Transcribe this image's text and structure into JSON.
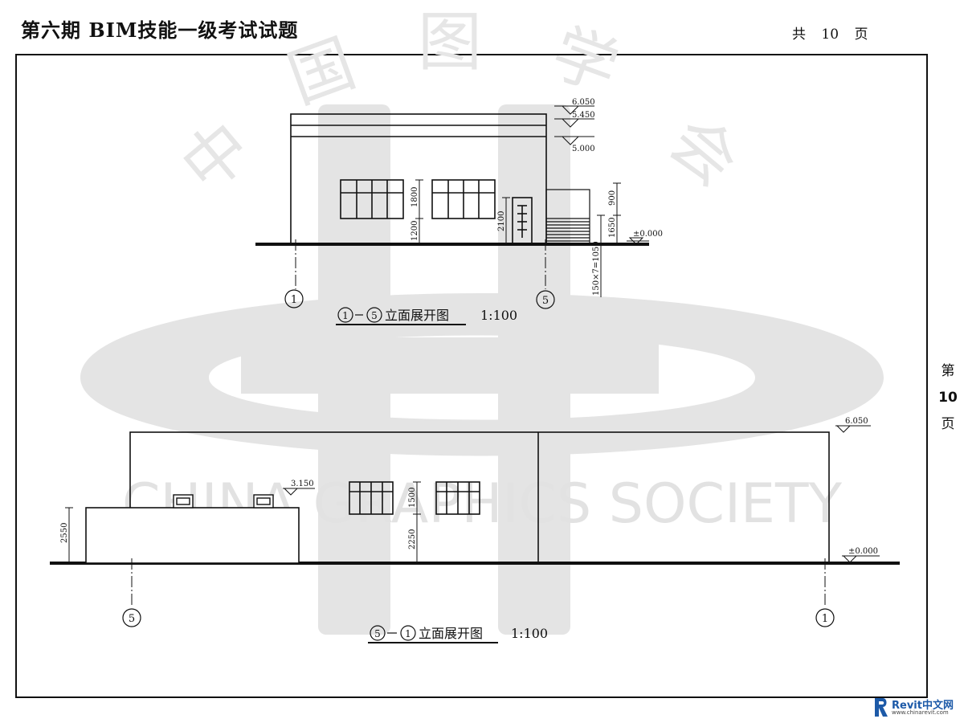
{
  "header": {
    "title": "第六期 BIM技能一级考试试题",
    "total_prefix": "共",
    "total_pages": "10",
    "total_suffix": "页"
  },
  "side_page": {
    "prefix": "第",
    "number": "10",
    "suffix": "页"
  },
  "watermark": {
    "chinese": [
      "中",
      "国",
      "图",
      "学",
      "会"
    ],
    "english": "CHINA GRAPHICS SOCIETY"
  },
  "elevation_top": {
    "title_axis_a": "1",
    "title_axis_b": "5",
    "title_text": "立面展开图",
    "scale": "1:100",
    "axis_left": "1",
    "axis_right": "5",
    "levels": {
      "roof_top": "6.050",
      "parapet": "5.450",
      "roof": "5.000",
      "ground": "±0.000"
    },
    "dims": {
      "window_h": "1800",
      "sill_h": "1200",
      "door_h": "2100",
      "canopy_h": "900",
      "platform_h": "1650",
      "stairs": "150×7=1050"
    }
  },
  "elevation_bottom": {
    "title_axis_a": "5",
    "title_axis_b": "1",
    "title_text": "立面展开图",
    "scale": "1:100",
    "axis_left": "5",
    "axis_right": "1",
    "levels": {
      "roof_top": "6.050",
      "low_roof": "3.150",
      "ground": "±0.000"
    },
    "dims": {
      "low_block_h": "2550",
      "window_h": "1500",
      "sill_h": "2250"
    }
  },
  "logo": {
    "brand": "Revit中文网",
    "url": "www.chinarevit.com",
    "colors": {
      "brand": "#1d5aa8",
      "accent": "#d9232d"
    }
  }
}
